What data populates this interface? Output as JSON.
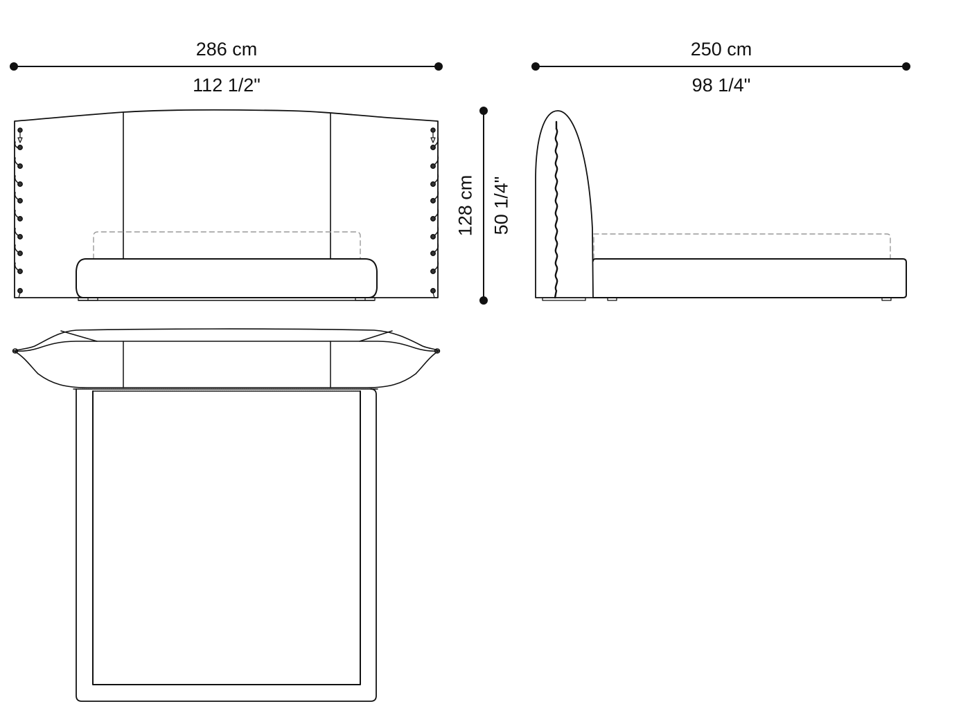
{
  "diagram": {
    "subject": "Bed technical drawing",
    "line_color": "#111111",
    "dashed_color": "#999999",
    "background": "#ffffff",
    "views": {
      "front": {
        "name": "Front view",
        "width_dimension": {
          "metric": "286 cm",
          "imperial": "112 1/2\""
        }
      },
      "side": {
        "name": "Side view",
        "length_dimension": {
          "metric": "250 cm",
          "imperial": "98 1/4\""
        },
        "height_dimension": {
          "metric": "128 cm",
          "imperial": "50 1/4\""
        }
      },
      "top": {
        "name": "Top view"
      }
    }
  }
}
